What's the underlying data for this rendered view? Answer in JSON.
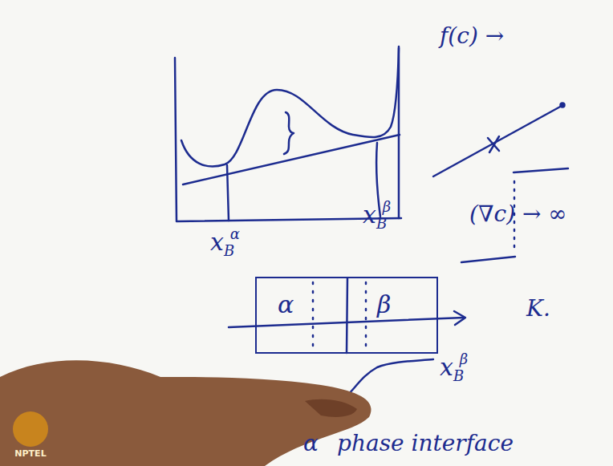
{
  "diagram": {
    "nodes": [
      {
        "text": [
          "α",
          "β"
        ]
      }
    ],
    "labels": [
      "xBα",
      "xBβ",
      "f(c) →",
      "(∇c) → ∞",
      "K.",
      "xBβ",
      "α",
      "phase interface",
      "NPTEL"
    ]
  }
}
